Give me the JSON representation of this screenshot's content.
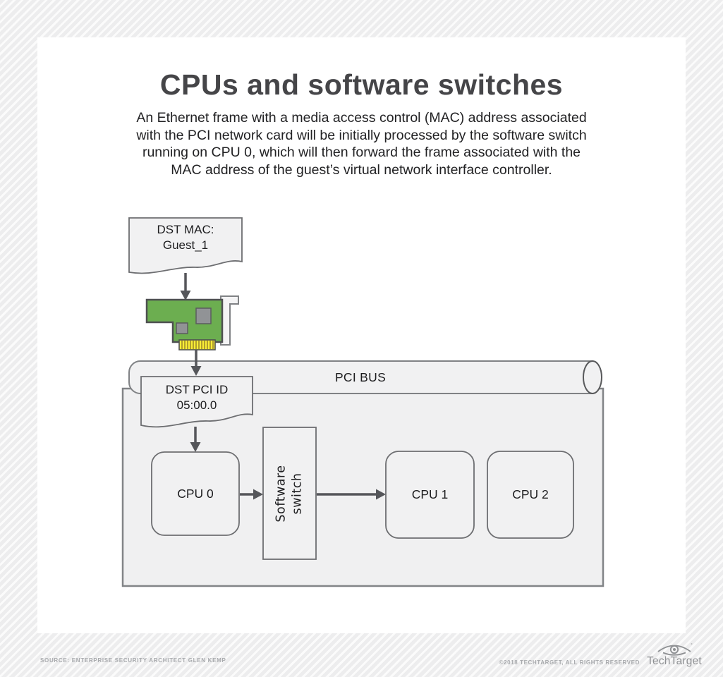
{
  "header": {
    "title": "CPUs and software switches",
    "description_lines": [
      "An Ethernet frame with a media access control (MAC) address associated",
      "with the PCI network card will be initially processed by the software switch",
      "running on CPU 0, which will then forward the frame associated with the",
      "MAC address of the guest’s virtual network interface controller."
    ]
  },
  "diagram": {
    "mac_note": {
      "line1": "DST MAC:",
      "line2": "Guest_1"
    },
    "pci_bus_label": "PCI BUS",
    "pci_id_note": {
      "line1": "DST PCI ID",
      "line2": "05:00.0"
    },
    "cpu0_label": "CPU 0",
    "cpu1_label": "CPU 1",
    "cpu2_label": "CPU 2",
    "software_switch": {
      "line1": "Software",
      "line2": "switch"
    }
  },
  "footer": {
    "source": "SOURCE: ENTERPRISE SECURITY ARCHITECT GLEN KEMP",
    "copyright": "©2018 TECHTARGET, ALL RIGHTS RESERVED",
    "brand": "TechTarget"
  },
  "colors": {
    "card_background": "#ffffff",
    "shape_fill": "#f1f1f2",
    "shape_stroke": "#6d6e71",
    "arrow_gray": "#55565a",
    "nic_green": "#6cae50",
    "chip_gray": "#919396",
    "connector_yellow": "#f8ec36",
    "title_gray": "#454548",
    "footer_gray": "#a8aaad"
  }
}
